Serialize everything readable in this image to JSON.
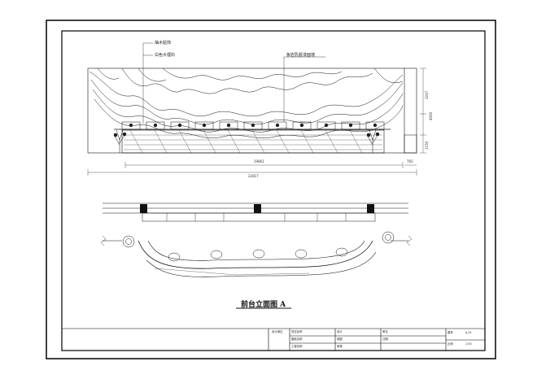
{
  "drawing": {
    "title": "前台立面图 A",
    "annotations": {
      "wood_veneer": "柚木贴饰",
      "white_marble": "白色大理石",
      "feature_wall": "板岩乳胶漆面墙"
    },
    "dimensions": {
      "counter_width": "19801",
      "total_width": "22817",
      "side_offset": "765",
      "upper_height": "3247",
      "overall_height": "4000",
      "base_height": "1150"
    }
  },
  "title_block": {
    "design_unit": "设计单位",
    "project": "项目名称",
    "drawing_name": "图纸名称",
    "designer": "设计",
    "drafter": "制图",
    "checker": "审核",
    "approver": "审定",
    "engineering": "工程名称",
    "date": "日期",
    "scale_label": "比例",
    "scale_value": "1:50",
    "drawing_no": "图号",
    "sheet": "A-01"
  }
}
